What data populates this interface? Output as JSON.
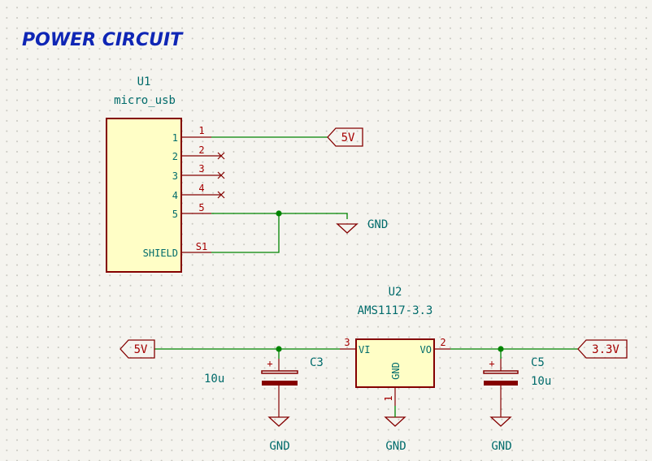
{
  "title": "POWER CIRCUIT",
  "u1": {
    "ref": "U1",
    "value": "micro_usb",
    "pins": [
      {
        "num": "1",
        "name": "1"
      },
      {
        "num": "2",
        "name": "2"
      },
      {
        "num": "3",
        "name": "3"
      },
      {
        "num": "4",
        "name": "4"
      },
      {
        "num": "5",
        "name": "5"
      },
      {
        "num": "S1",
        "name": "SHIELD"
      }
    ]
  },
  "u2": {
    "ref": "U2",
    "value": "AMS1117-3.3",
    "pin_vi_num": "3",
    "pin_vi_name": "VI",
    "pin_vo_num": "2",
    "pin_vo_name": "VO",
    "pin_gnd_num": "1",
    "pin_gnd_name": "GND"
  },
  "c3": {
    "ref": "C3",
    "value": "10u",
    "plus": "+"
  },
  "c5": {
    "ref": "C5",
    "value": "10u",
    "plus": "+"
  },
  "labels": {
    "vin_top": "5V",
    "vin_left": "5V",
    "vout": "3.3V",
    "gnd": "GND"
  },
  "colors": {
    "title": "#0f26b5",
    "wire": "#008400",
    "component": "#840000",
    "component_fill": "#fffec6",
    "text": "#006b6b"
  }
}
